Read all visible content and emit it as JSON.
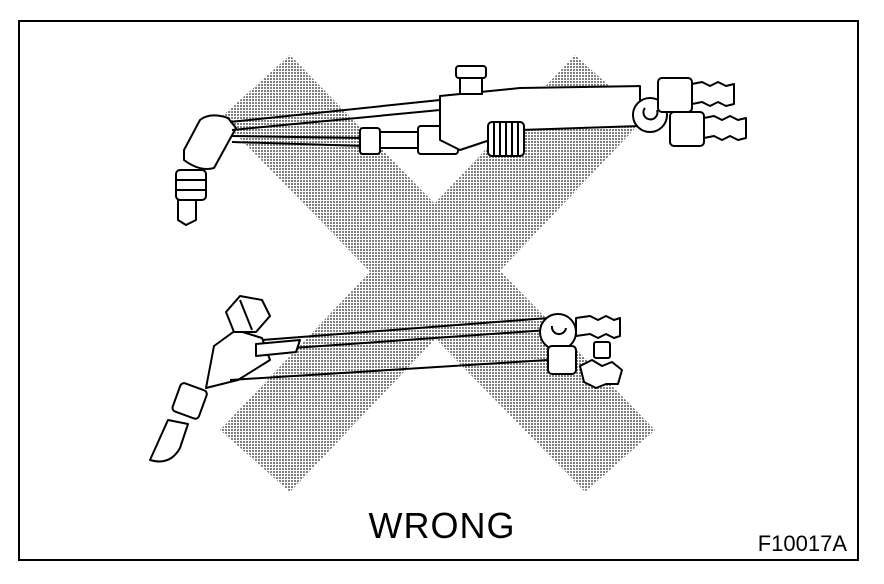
{
  "figure": {
    "caption": "WRONG",
    "id": "F10017A"
  },
  "colors": {
    "line": "#000000",
    "x_mark": "#9a9a9a",
    "background": "#ffffff"
  },
  "illustrations": [
    {
      "name": "upper-torch",
      "icon": "cutting-torch"
    },
    {
      "name": "lower-torch",
      "icon": "cutting-torch"
    },
    {
      "name": "prohibition-mark",
      "icon": "x-mark"
    }
  ]
}
